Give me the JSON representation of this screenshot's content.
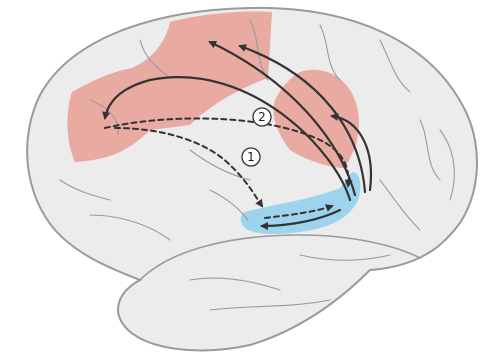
{
  "figure": {
    "labels": [
      {
        "id": "pathway-1",
        "text": "1"
      },
      {
        "id": "pathway-2",
        "text": "2"
      }
    ],
    "colors": {
      "background": "#ffffff",
      "brain_fill": "#ececec",
      "brain_outline": "#9a9a9a",
      "frontal_region": "#e9aaa2",
      "temporal_region": "#9ed3ee",
      "arrows": "#333333"
    }
  }
}
